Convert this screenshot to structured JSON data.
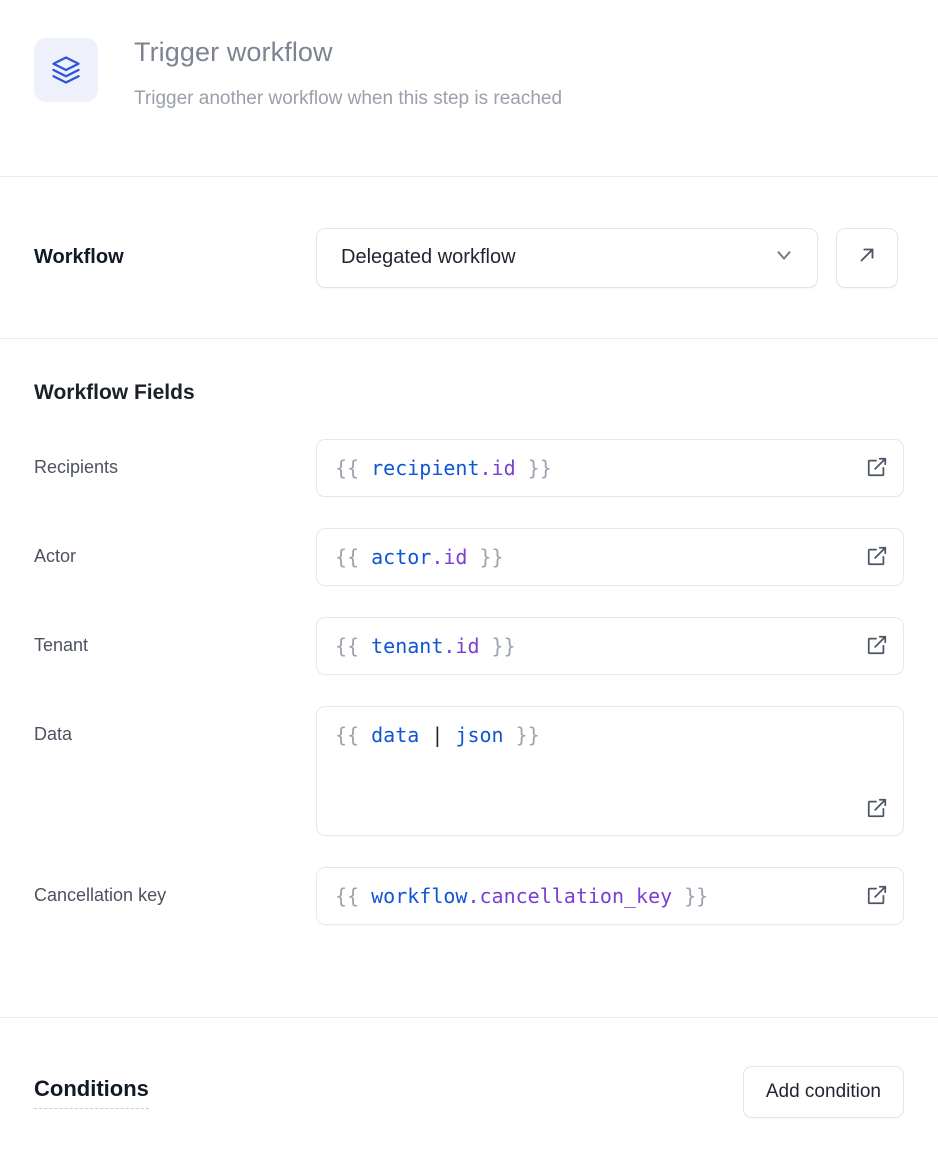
{
  "header": {
    "icon": "layers-icon",
    "title": "Trigger workflow",
    "subtitle": "Trigger another workflow when this step is reached",
    "icon_color": "#2f55d4",
    "icon_bg": "#eef1fb"
  },
  "workflow_section": {
    "label": "Workflow",
    "select": {
      "value": "Delegated workflow",
      "chevron_icon": "chevron-down-icon"
    },
    "open_button_icon": "arrow-up-right-icon"
  },
  "fields_section": {
    "heading": "Workflow Fields",
    "action_icon": "external-link-icon",
    "fields": [
      {
        "label": "Recipients",
        "value": "{{ recipient.id }}",
        "tokens": [
          {
            "text": "{{ ",
            "type": "brace"
          },
          {
            "text": "recipient",
            "type": "obj"
          },
          {
            "text": ".id",
            "type": "prop"
          },
          {
            "text": " }}",
            "type": "brace"
          }
        ],
        "multiline": false
      },
      {
        "label": "Actor",
        "value": "{{ actor.id }}",
        "tokens": [
          {
            "text": "{{ ",
            "type": "brace"
          },
          {
            "text": "actor",
            "type": "obj"
          },
          {
            "text": ".id",
            "type": "prop"
          },
          {
            "text": " }}",
            "type": "brace"
          }
        ],
        "multiline": false
      },
      {
        "label": "Tenant",
        "value": "{{ tenant.id }}",
        "tokens": [
          {
            "text": "{{ ",
            "type": "brace"
          },
          {
            "text": "tenant",
            "type": "obj"
          },
          {
            "text": ".id",
            "type": "prop"
          },
          {
            "text": " }}",
            "type": "brace"
          }
        ],
        "multiline": false
      },
      {
        "label": "Data",
        "value": "{{ data | json }}",
        "tokens": [
          {
            "text": "{{ ",
            "type": "brace"
          },
          {
            "text": "data",
            "type": "obj"
          },
          {
            "text": " ",
            "type": "brace"
          },
          {
            "text": "|",
            "type": "pipe"
          },
          {
            "text": " ",
            "type": "brace"
          },
          {
            "text": "json",
            "type": "filter"
          },
          {
            "text": " }}",
            "type": "brace"
          }
        ],
        "multiline": true
      },
      {
        "label": "Cancellation key",
        "value": "{{ workflow.cancellation_key }}",
        "tokens": [
          {
            "text": "{{ ",
            "type": "brace"
          },
          {
            "text": "workflow",
            "type": "obj"
          },
          {
            "text": ".cancellation_key",
            "type": "prop"
          },
          {
            "text": " }}",
            "type": "brace"
          }
        ],
        "multiline": false
      }
    ]
  },
  "conditions_section": {
    "title": "Conditions",
    "add_button_label": "Add condition"
  },
  "colors": {
    "accent_blue": "#1155d6",
    "accent_purple": "#7b3fd4",
    "brace_gray": "#9ca3af",
    "border": "#e6e8ec",
    "title_gray": "#7c8391"
  }
}
